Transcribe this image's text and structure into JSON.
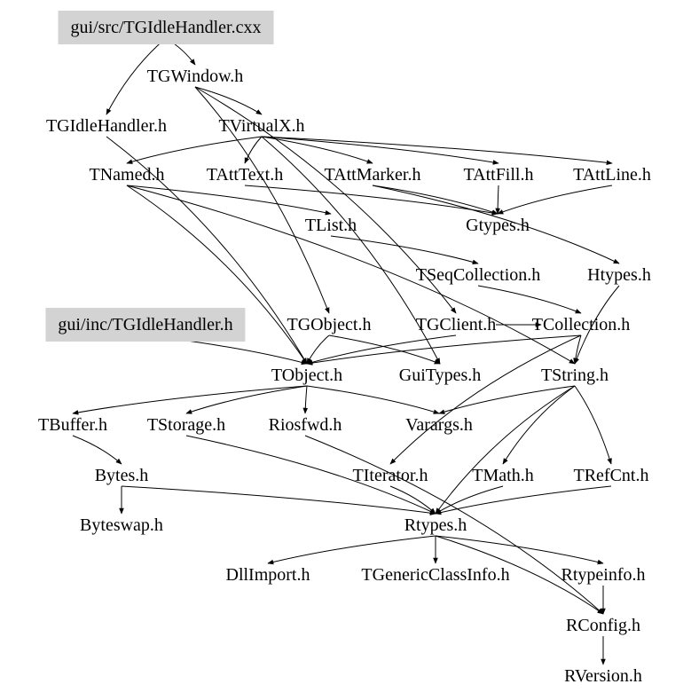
{
  "nodes": [
    {
      "id": "cxx",
      "label": "gui/src/TGIdleHandler.cxx",
      "highlight": true
    },
    {
      "id": "TGWindow",
      "label": "TGWindow.h"
    },
    {
      "id": "TGIdleHandlerH",
      "label": "TGIdleHandler.h"
    },
    {
      "id": "TVirtualX",
      "label": "TVirtualX.h"
    },
    {
      "id": "TNamed",
      "label": "TNamed.h"
    },
    {
      "id": "TAttText",
      "label": "TAttText.h"
    },
    {
      "id": "TAttMarker",
      "label": "TAttMarker.h"
    },
    {
      "id": "TAttFill",
      "label": "TAttFill.h"
    },
    {
      "id": "TAttLine",
      "label": "TAttLine.h"
    },
    {
      "id": "TList",
      "label": "TList.h"
    },
    {
      "id": "Gtypes",
      "label": "Gtypes.h"
    },
    {
      "id": "TSeqCollection",
      "label": "TSeqCollection.h"
    },
    {
      "id": "Htypes",
      "label": "Htypes.h"
    },
    {
      "id": "incIdle",
      "label": "gui/inc/TGIdleHandler.h",
      "highlight": true
    },
    {
      "id": "TGObject",
      "label": "TGObject.h"
    },
    {
      "id": "TGClient",
      "label": "TGClient.h"
    },
    {
      "id": "TCollection",
      "label": "TCollection.h"
    },
    {
      "id": "TObject",
      "label": "TObject.h"
    },
    {
      "id": "GuiTypes",
      "label": "GuiTypes.h"
    },
    {
      "id": "TString",
      "label": "TString.h"
    },
    {
      "id": "TBuffer",
      "label": "TBuffer.h"
    },
    {
      "id": "TStorage",
      "label": "TStorage.h"
    },
    {
      "id": "Riosfwd",
      "label": "Riosfwd.h"
    },
    {
      "id": "Varargs",
      "label": "Varargs.h"
    },
    {
      "id": "Bytes",
      "label": "Bytes.h"
    },
    {
      "id": "TIterator",
      "label": "TIterator.h"
    },
    {
      "id": "TMath",
      "label": "TMath.h"
    },
    {
      "id": "TRefCnt",
      "label": "TRefCnt.h"
    },
    {
      "id": "Byteswap",
      "label": "Byteswap.h"
    },
    {
      "id": "Rtypes",
      "label": "Rtypes.h"
    },
    {
      "id": "DllImport",
      "label": "DllImport.h"
    },
    {
      "id": "TGenericClassInfo",
      "label": "TGenericClassInfo.h"
    },
    {
      "id": "Rtypeinfo",
      "label": "Rtypeinfo.h"
    },
    {
      "id": "RConfig",
      "label": "RConfig.h"
    },
    {
      "id": "RVersion",
      "label": "RVersion.h"
    }
  ],
  "edges": [
    [
      "cxx",
      "TGWindow"
    ],
    [
      "cxx",
      "TGIdleHandlerH"
    ],
    [
      "TGWindow",
      "TVirtualX"
    ],
    [
      "TGWindow",
      "TGObject"
    ],
    [
      "TGWindow",
      "TGClient"
    ],
    [
      "TGIdleHandlerH",
      "TObject"
    ],
    [
      "TVirtualX",
      "TNamed"
    ],
    [
      "TVirtualX",
      "TAttText"
    ],
    [
      "TVirtualX",
      "TAttMarker"
    ],
    [
      "TVirtualX",
      "TAttFill"
    ],
    [
      "TVirtualX",
      "TAttLine"
    ],
    [
      "TVirtualX",
      "GuiTypes"
    ],
    [
      "TNamed",
      "TObject"
    ],
    [
      "TNamed",
      "TString"
    ],
    [
      "TNamed",
      "TList"
    ],
    [
      "TAttText",
      "Gtypes"
    ],
    [
      "TAttMarker",
      "Gtypes"
    ],
    [
      "TAttMarker",
      "Htypes"
    ],
    [
      "TAttFill",
      "Gtypes"
    ],
    [
      "TAttLine",
      "Gtypes"
    ],
    [
      "TList",
      "TSeqCollection"
    ],
    [
      "TSeqCollection",
      "TCollection"
    ],
    [
      "TCollection",
      "TObject"
    ],
    [
      "TCollection",
      "TString"
    ],
    [
      "TCollection",
      "TIterator"
    ],
    [
      "Htypes",
      "TString"
    ],
    [
      "TGObject",
      "TObject"
    ],
    [
      "TGObject",
      "GuiTypes"
    ],
    [
      "TGClient",
      "TObject"
    ],
    [
      "TGClient",
      "TCollection"
    ],
    [
      "incIdle",
      "TObject"
    ],
    [
      "TObject",
      "TBuffer"
    ],
    [
      "TObject",
      "TStorage"
    ],
    [
      "TObject",
      "Riosfwd"
    ],
    [
      "TObject",
      "Varargs"
    ],
    [
      "TString",
      "TMath"
    ],
    [
      "TString",
      "TRefCnt"
    ],
    [
      "TString",
      "Varargs"
    ],
    [
      "TString",
      "Rtypes"
    ],
    [
      "TBuffer",
      "Bytes"
    ],
    [
      "Bytes",
      "Byteswap"
    ],
    [
      "Bytes",
      "Rtypes"
    ],
    [
      "TStorage",
      "Rtypes"
    ],
    [
      "Riosfwd",
      "RConfig"
    ],
    [
      "TIterator",
      "Rtypes"
    ],
    [
      "TMath",
      "Rtypes"
    ],
    [
      "TRefCnt",
      "Rtypes"
    ],
    [
      "Rtypes",
      "DllImport"
    ],
    [
      "Rtypes",
      "TGenericClassInfo"
    ],
    [
      "Rtypes",
      "Rtypeinfo"
    ],
    [
      "Rtypes",
      "RConfig"
    ],
    [
      "Rtypeinfo",
      "RConfig"
    ],
    [
      "RConfig",
      "RVersion"
    ]
  ]
}
